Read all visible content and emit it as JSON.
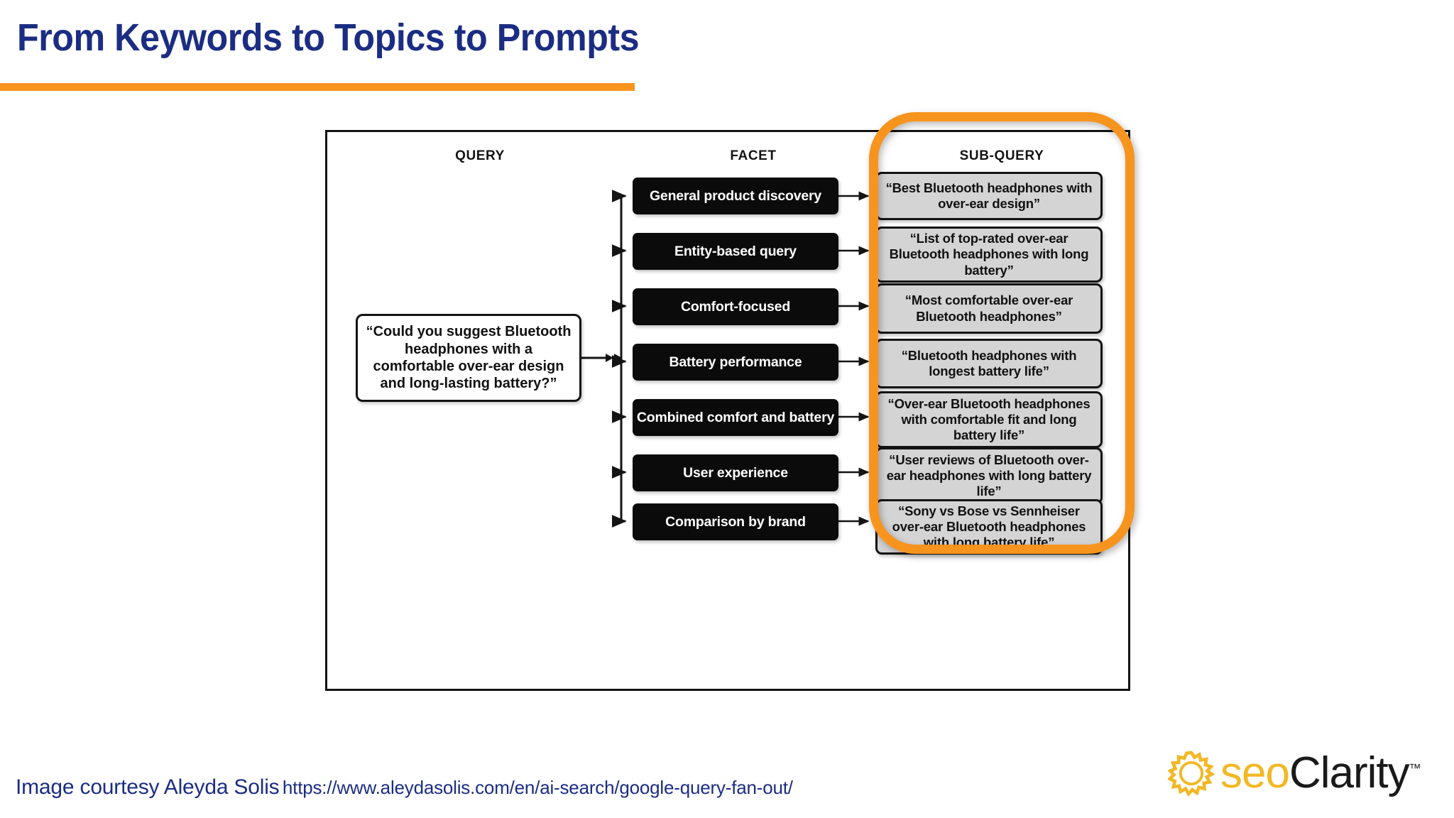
{
  "slide": {
    "title": "From Keywords to Topics to Prompts",
    "accent_color": "#f7941e",
    "title_color": "#1b2d83"
  },
  "diagram": {
    "columns": {
      "query": "QUERY",
      "facet": "FACET",
      "sub_query": "SUB-QUERY"
    },
    "query_box": {
      "text": "“Could you suggest Bluetooth headphones with a comfortable over-ear design and long-lasting battery?”"
    },
    "rows": [
      {
        "facet": "General product discovery",
        "sub_query": "“Best Bluetooth headphones with over-ear design”"
      },
      {
        "facet": "Entity-based query",
        "sub_query": "“List of top-rated over-ear Bluetooth headphones with long battery”"
      },
      {
        "facet": "Comfort-focused",
        "sub_query": "“Most comfortable over-ear Bluetooth headphones”"
      },
      {
        "facet": "Battery performance",
        "sub_query": "“Bluetooth headphones with longest battery life”"
      },
      {
        "facet": "Combined comfort and battery",
        "sub_query": "“Over-ear Bluetooth headphones with comfortable fit and long battery life”"
      },
      {
        "facet": "User experience",
        "sub_query": "“User reviews of Bluetooth over-ear headphones with long battery life”"
      },
      {
        "facet": "Comparison by brand",
        "sub_query": "“Sony vs Bose vs Sennheiser over-ear Bluetooth headphones with long battery life”"
      }
    ],
    "highlight": {
      "target_column": "SUB-QUERY",
      "color": "#f7941e"
    }
  },
  "footer": {
    "credit_label": "Image courtesy Aleyda Solis",
    "credit_url": "https://www.aleydasolis.com/en/ai-search/google-query-fan-out/"
  },
  "brand": {
    "name_part1": "seo",
    "name_part2": "Clarity",
    "trademark": "™",
    "color_part1": "#f2b824",
    "color_part2": "#1a1a1a"
  }
}
